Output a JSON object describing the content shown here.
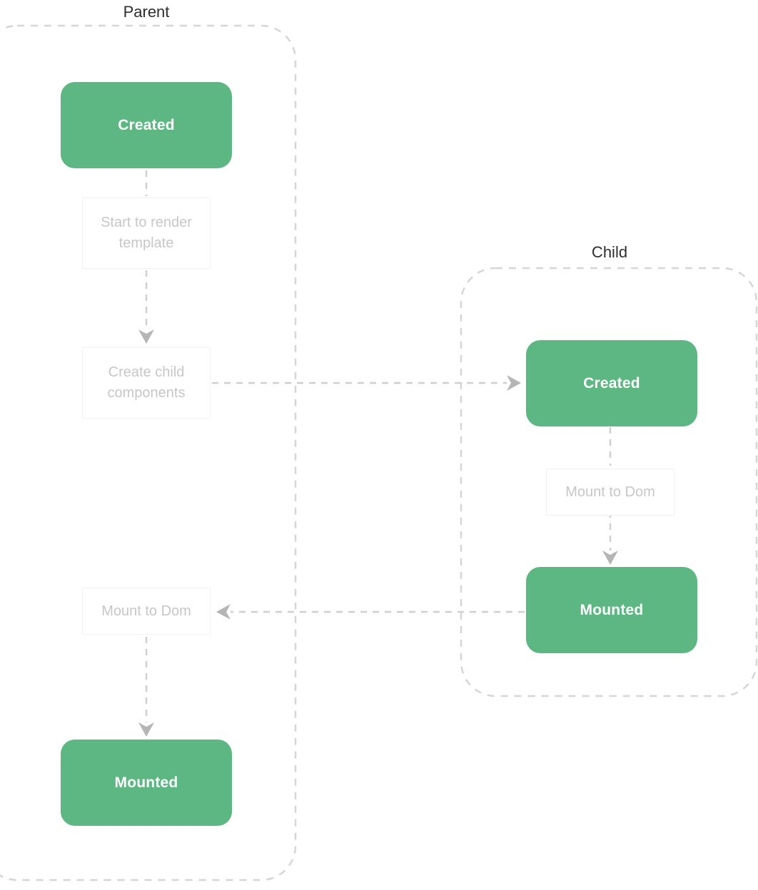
{
  "parent": {
    "title": "Parent",
    "nodes": {
      "created": "Created",
      "mounted": "Mounted"
    },
    "labels": {
      "render": "Start to render template",
      "create_child": "Create child components",
      "mount": "Mount to Dom"
    }
  },
  "child": {
    "title": "Child",
    "nodes": {
      "created": "Created",
      "mounted": "Mounted"
    },
    "labels": {
      "mount": "Mount to Dom"
    }
  },
  "colors": {
    "node_fill": "#5cb783",
    "node_text": "#ffffff",
    "group_border": "#d6d6d6",
    "group_title": "#2d2d2d",
    "edge_line": "#cfcfcf",
    "arrowhead": "#b5b5b5",
    "edge_label_text": "#c7c7c7",
    "background": "#ffffff"
  }
}
